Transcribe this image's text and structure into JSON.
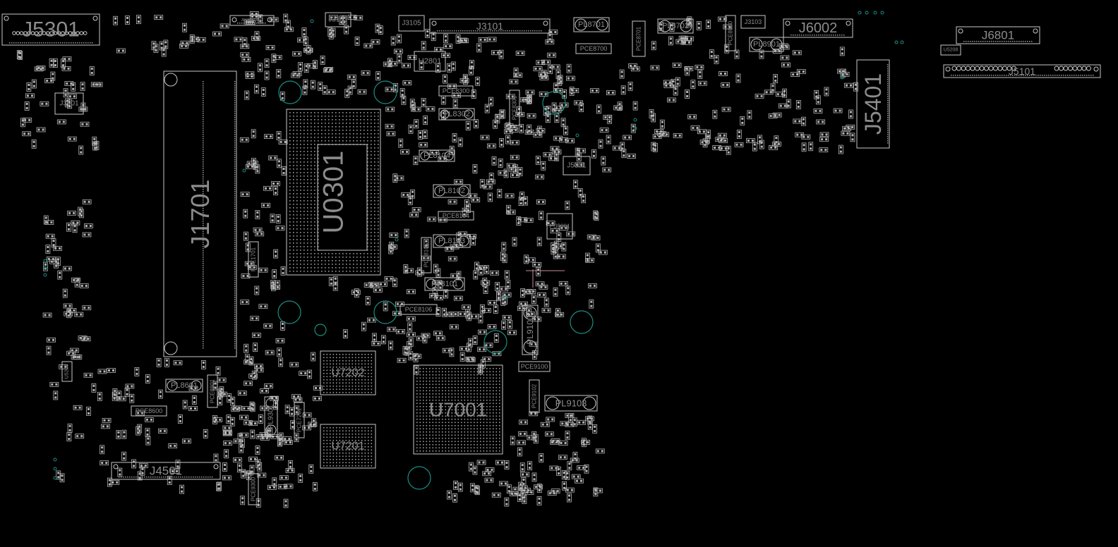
{
  "view": {
    "title": "Boardview - PCB top layer"
  },
  "colors": {
    "background": "#000000",
    "outline": "#c8c8c8",
    "label": "#8c8c8c",
    "hole": "#1a8f84",
    "trace": "#c88c96"
  },
  "components": [
    {
      "ref": "J5301",
      "type": "connector"
    },
    {
      "ref": "J3901",
      "type": "connector"
    },
    {
      "ref": "J1701",
      "type": "memory-slot"
    },
    {
      "ref": "U0301",
      "type": "bga"
    },
    {
      "ref": "JDEBUG3801",
      "type": "connector"
    },
    {
      "ref": "J3102",
      "type": "connector"
    },
    {
      "ref": "J3105",
      "type": "connector"
    },
    {
      "ref": "J3101",
      "type": "connector"
    },
    {
      "ref": "U2801",
      "type": "ic"
    },
    {
      "ref": "PL8701",
      "type": "inductor"
    },
    {
      "ref": "PCE8700",
      "type": "capacitor"
    },
    {
      "ref": "PCE8701",
      "type": "capacitor"
    },
    {
      "ref": "PL8702",
      "type": "inductor"
    },
    {
      "ref": "PCE8900",
      "type": "capacitor"
    },
    {
      "ref": "J3103",
      "type": "connector"
    },
    {
      "ref": "J6002",
      "type": "connector"
    },
    {
      "ref": "PL8901",
      "type": "inductor"
    },
    {
      "ref": "J6801",
      "type": "connector"
    },
    {
      "ref": "U5208",
      "type": "ic"
    },
    {
      "ref": "J5101",
      "type": "connector"
    },
    {
      "ref": "J5401",
      "type": "connector"
    },
    {
      "ref": "PCE8300",
      "type": "capacitor"
    },
    {
      "ref": "PCE8301",
      "type": "capacitor"
    },
    {
      "ref": "PL8302",
      "type": "inductor"
    },
    {
      "ref": "PL8104",
      "type": "inductor"
    },
    {
      "ref": "J5001",
      "type": "connector"
    },
    {
      "ref": "PL8102",
      "type": "inductor"
    },
    {
      "ref": "PCE8104",
      "type": "capacitor"
    },
    {
      "ref": "PL8103",
      "type": "inductor"
    },
    {
      "ref": "PCE8105",
      "type": "capacitor"
    },
    {
      "ref": "PL8101",
      "type": "inductor"
    },
    {
      "ref": "PCE8106",
      "type": "capacitor"
    },
    {
      "ref": "PU8001",
      "type": "ic"
    },
    {
      "ref": "PCE1701",
      "type": "capacitor"
    },
    {
      "ref": "PL9100",
      "type": "inductor"
    },
    {
      "ref": "PCE9100",
      "type": "capacitor"
    },
    {
      "ref": "PCE9102",
      "type": "capacitor"
    },
    {
      "ref": "PL9103",
      "type": "inductor"
    },
    {
      "ref": "U7202",
      "type": "bga"
    },
    {
      "ref": "U7201",
      "type": "bga"
    },
    {
      "ref": "U7001",
      "type": "bga"
    },
    {
      "ref": "PL8601",
      "type": "inductor"
    },
    {
      "ref": "PCE8801",
      "type": "capacitor"
    },
    {
      "ref": "PCE8600",
      "type": "capacitor"
    },
    {
      "ref": "U5207",
      "type": "ic"
    },
    {
      "ref": "J4501",
      "type": "connector"
    },
    {
      "ref": "PL9301",
      "type": "inductor"
    },
    {
      "ref": "PCE7261",
      "type": "capacitor"
    },
    {
      "ref": "PCE9300",
      "type": "capacitor"
    }
  ]
}
